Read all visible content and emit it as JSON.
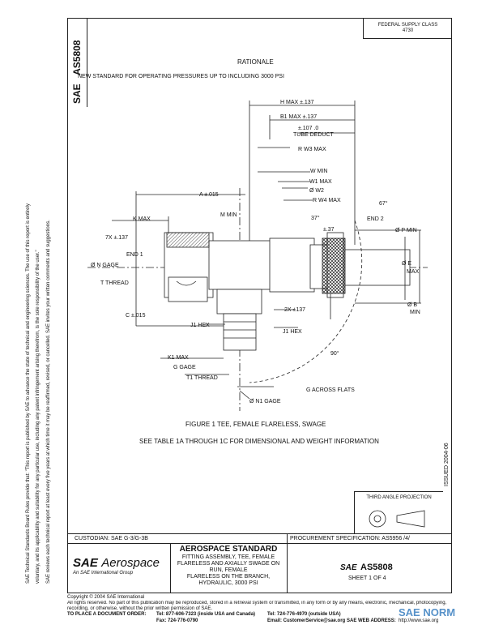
{
  "header": {
    "doc_id": "AS5808",
    "sae_mark": "SAE",
    "top_box_line1": "FEDERAL SUPPLY CLASS",
    "top_box_line2": "4730"
  },
  "side_notice": {
    "line1": "SAE Technical Standards Board Rules provide that: \"This report is published by SAE to advance the state of technical and engineering sciences. The use of this report is entirely",
    "line2": "voluntary, and its applicability and suitability for any particular use, including any patent infringement arising therefrom, is the sole responsibility of the user.\"",
    "line3": "SAE reviews each technical report at least every five years at which time it may be reaffirmed, revised, or cancelled. SAE invites your written comments and suggestions."
  },
  "issued": "ISSUED 2004-06",
  "rationale": {
    "title": "RATIONALE",
    "text": "NEW STANDARD FOR OPERATING PRESSURES UP TO INCLUDING 3000 PSI"
  },
  "drawing_labels": {
    "h_max": "H MAX ±.137",
    "b1_max": "B1 MAX ±.137",
    "tube_deduct": "±.107 .0",
    "tube_deduct2": "TUBE DEDUCT",
    "r_w3_max": "R W3 MAX",
    "w_min": "W MIN",
    "w1_max": "W1 MAX",
    "w2": "Ø W2",
    "r_w4_max": "R W4 MAX",
    "a_dim": "A ±.015",
    "k_max": "K MAX",
    "m_min": "M MIN",
    "deg37a": "37°",
    "deg37b": "±.37",
    "deg67": "67°",
    "end2": "END 2",
    "p_min": "Ø P MIN",
    "e_max1": "Ø E",
    "e_max2": "MAX",
    "n_gage_angle": "7X ±.137",
    "end1": "END 1",
    "n_gage": "Ø N GAGE",
    "t_thread": "T THREAD",
    "b_min1": "Ø B",
    "b_min2": "MIN",
    "c_dim": "C ±.015",
    "angle2": "2X ±137",
    "j1_hex": "J1 HEX",
    "j_hex": "J1 HEX",
    "k1_max": "K1 MAX",
    "g_gage": "G GAGE",
    "t1_thread": "T1 THREAD",
    "g_across": "G ACROSS FLATS",
    "n1_gage": "Ø N1 GAGE",
    "deg90": "90°"
  },
  "figure": {
    "caption": "FIGURE 1  TEE, FEMALE FLARELESS, SWAGE",
    "see_table": "SEE TABLE 1A THROUGH 1C FOR DIMENSIONAL AND WEIGHT INFORMATION"
  },
  "third_angle": "THIRD ANGLE PROJECTION",
  "custodian": "CUSTODIAN: SAE G-3/G-3B",
  "procurement": "PROCUREMENT SPECIFICATION: AS5956 /4/",
  "title_block": {
    "logo": "SAE",
    "logo_suffix": "Aerospace",
    "logo_sub": "An SAE International Group",
    "std_title": "AEROSPACE STANDARD",
    "desc1": "FITTING ASSEMBLY, TEE, FEMALE",
    "desc2": "FLARELESS AND AXIALLY SWAGE ON RUN, FEMALE",
    "desc3": "FLARELESS ON THE BRANCH, HYDRAULIC, 3000 PSI",
    "doc_num": "AS5808",
    "sheet": "SHEET 1 OF 4"
  },
  "footer": {
    "copyright": "Copyright © 2004 SAE International",
    "rights": "All rights reserved. No part of this publication may be reproduced, stored in a retrieval system or transmitted, in any form or by any means, electronic, mechanical, photocopying,",
    "rights2": "recording, or otherwise, without the prior written permission of SAE.",
    "order_label": "TO PLACE A DOCUMENT ORDER:",
    "tel": "Tel:  877-606-7323 (inside USA and Canada)",
    "tel2": "Tel:  724-776-4970 (outside USA)",
    "fax": "Fax:  724-776-0790",
    "email": "Email: CustomerService@sae.org",
    "web_label": "SAE WEB ADDRESS:",
    "web": "http://www.sae.org"
  },
  "watermark": "SAE NORM",
  "colors": {
    "line": "#222222",
    "watermark": "#3a7fc0"
  }
}
